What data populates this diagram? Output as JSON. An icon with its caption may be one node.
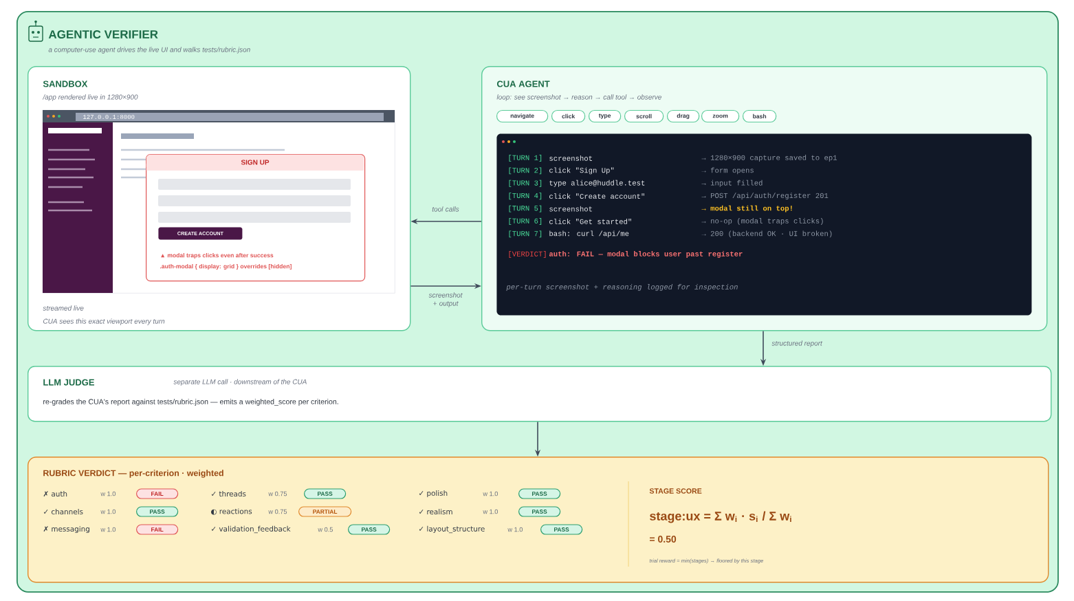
{
  "diagram": {
    "nodes": [
      {
        "text": [
          "AGENTIC VERIFIER",
          "a computer-use agent drives the live UI and walks tests/rubric.json"
        ]
      },
      {
        "text": [
          "SANDBOX",
          "/app rendered live in 1280×900",
          "streamed live",
          "CUA sees this exact viewport every turn"
        ],
        "in": 0
      },
      {
        "text": [
          "127.0.0.1:8000"
        ],
        "in": 1
      },
      {
        "text": [
          "SIGN UP",
          "▲ modal traps clicks even after success",
          ".auth-modal { display: grid } overrides [hidden]"
        ],
        "in": 2
      },
      {
        "text": [
          "CREATE ACCOUNT"
        ],
        "in": 3
      },
      {
        "text": [
          "CUA AGENT",
          "loop: see screenshot → reason → call tool → observe"
        ],
        "in": 0
      },
      {
        "text": [
          "navigate"
        ],
        "in": 5
      },
      {
        "text": [
          "click"
        ],
        "in": 5
      },
      {
        "text": [
          "type"
        ],
        "in": 5
      },
      {
        "text": [
          "scroll"
        ],
        "in": 5
      },
      {
        "text": [
          "drag"
        ],
        "in": 5
      },
      {
        "text": [
          "zoom"
        ],
        "in": 5
      },
      {
        "text": [
          "bash"
        ],
        "in": 5
      },
      {
        "text": [
          "[TURN 1]",
          "screenshot",
          "→ 1280×900 capture saved to ep1",
          "[TURN 2]",
          "click \"Sign Up\"",
          "→ form opens",
          "[TURN 3]",
          "type alice@huddle.test",
          "→ input filled",
          "[TURN 4]",
          "click \"Create account\"",
          "→ POST /api/auth/register 201",
          "[TURN 5]",
          "screenshot",
          "→ modal still on top!",
          "[TURN 6]",
          "click \"Get started\"",
          "→ no-op (modal traps clicks)",
          "[TURN 7]",
          "bash: curl /api/me",
          "→ 200 (backend OK · UI broken)",
          "[VERDICT]",
          "auth: FAIL — modal blocks user past register",
          "per-turn screenshot + reasoning logged for inspection"
        ],
        "in": 5
      },
      {
        "text": [
          "LLM JUDGE",
          "separate LLM call · downstream of the CUA",
          "re-grades the CUA's report against tests/rubric.json — emits a weighted_score per criterion."
        ],
        "in": 0
      },
      {
        "text": [
          "RUBRIC VERDICT — per-criterion · weighted"
        ],
        "in": 0
      },
      {
        "text": [
          "FAIL"
        ],
        "in": 15
      },
      {
        "text": [
          "PASS"
        ],
        "in": 15
      },
      {
        "text": [
          "PASS"
        ],
        "in": 15
      },
      {
        "text": [
          "PASS"
        ],
        "in": 15
      },
      {
        "text": [
          "PARTIAL"
        ],
        "in": 15
      },
      {
        "text": [
          "PASS"
        ],
        "in": 15
      },
      {
        "text": [
          "FAIL"
        ],
        "in": 15
      },
      {
        "text": [
          "PASS"
        ],
        "in": 15
      },
      {
        "text": [
          "PASS"
        ],
        "in": 15
      }
    ],
    "edges": [
      {
        "from": 5,
        "to": 1,
        "arrow": "to",
        "label": "tool calls"
      },
      {
        "from": 1,
        "to": 5,
        "arrow": "to",
        "label": "screenshot + output"
      },
      {
        "from": 5,
        "to": 14,
        "arrow": "to",
        "label": "structured report"
      },
      {
        "from": 14,
        "to": 15,
        "arrow": "to"
      }
    ],
    "labels": [
      "✗ auth",
      "w 1.0",
      "✓ threads",
      "w 0.75",
      "✓ polish",
      "w 1.0",
      "✓ channels",
      "w 1.0",
      "◐ reactions",
      "w 0.75",
      "✓ realism",
      "w 1.0",
      "✗ messaging",
      "w 1.0",
      "✓ validation_feedback",
      "w 0.5",
      "✓ layout_structure",
      "w 1.0",
      "STAGE SCORE",
      "stage:ux = Σ w$_{i}$ · s$_{i}$ / Σ w$_{i}$",
      "= 0.50",
      "trial reward = min(stages) → floored by this stage"
    ]
  }
}
